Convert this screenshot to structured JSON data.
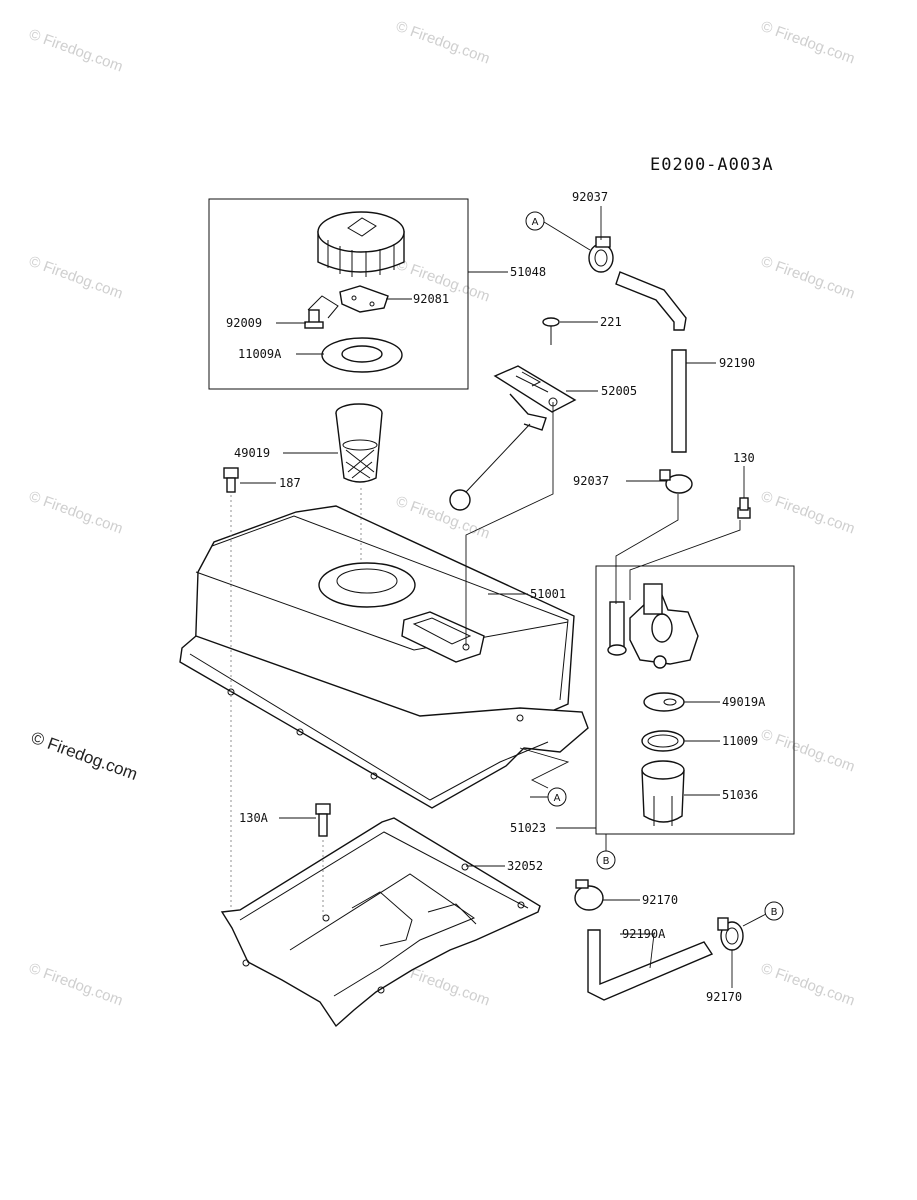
{
  "diagram_code": "E0200-A003A",
  "watermark": "© Firedog.com",
  "part_numbers": {
    "cap_assembly": "51048",
    "cap_plate": "92081",
    "bolt_small": "92009",
    "gasket": "11009A",
    "strainer": "49019",
    "tank_bolt": "187",
    "screw": "221",
    "fuel_gauge": "52005",
    "fuel_tank": "51001",
    "clamp_top": "92037",
    "hose": "92190",
    "clamp_mid": "92037",
    "bolt_cock": "130",
    "cock_gasket": "49019A",
    "cock_oring": "11009",
    "cock_cup": "51036",
    "fuel_cock": "51023",
    "bolt_bracket": "130A",
    "bracket": "32052",
    "clamp_lower": "92170",
    "hose_lower": "92190A",
    "clamp_right": "92170"
  },
  "ref_markers": [
    "A",
    "A",
    "B",
    "B"
  ]
}
